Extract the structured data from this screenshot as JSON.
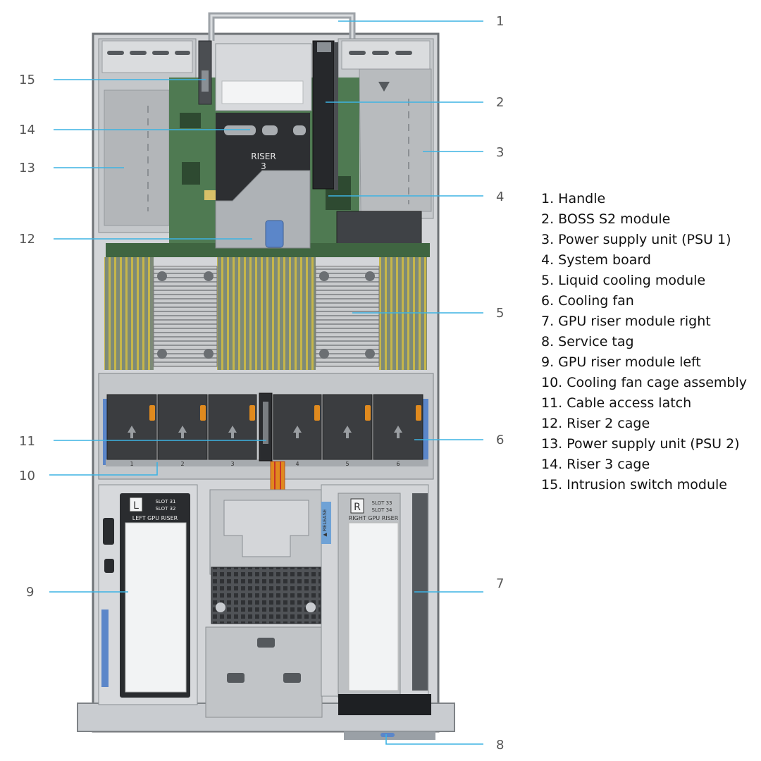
{
  "callouts": [
    {
      "num": "1",
      "label": "Handle"
    },
    {
      "num": "2",
      "label": "BOSS S2 module"
    },
    {
      "num": "3",
      "label": "Power supply unit (PSU 1)"
    },
    {
      "num": "4",
      "label": "System board"
    },
    {
      "num": "5",
      "label": "Liquid cooling module"
    },
    {
      "num": "6",
      "label": "Cooling fan"
    },
    {
      "num": "7",
      "label": "GPU riser module right"
    },
    {
      "num": "8",
      "label": "Service tag"
    },
    {
      "num": "9",
      "label": "GPU riser module left"
    },
    {
      "num": "10",
      "label": "Cooling fan cage assembly"
    },
    {
      "num": "11",
      "label": "Cable access latch"
    },
    {
      "num": "12",
      "label": "Riser 2 cage"
    },
    {
      "num": "13",
      "label": "Power supply unit (PSU 2)"
    },
    {
      "num": "14",
      "label": "Riser 3 cage"
    },
    {
      "num": "15",
      "label": "Intrusion switch module"
    }
  ],
  "legend": [
    "1. Handle",
    "2. BOSS S2 module",
    "3. Power supply unit (PSU 1)",
    "4. System board",
    "5. Liquid cooling module",
    "6. Cooling fan",
    "7. GPU riser module right",
    "8. Service tag",
    "9. GPU riser module left",
    "10. Cooling fan cage assembly",
    "11. Cable access latch",
    "12. Riser 2 cage",
    "13. Power supply unit (PSU 2)",
    "14. Riser 3 cage",
    "15. Intrusion switch module"
  ],
  "printed_labels": {
    "riser3": "RISER",
    "riser3_num": "3",
    "left_riser_letter": "L",
    "left_slots_1": "SLOT 31",
    "left_slots_2": "SLOT 32",
    "left_riser_title": "LEFT GPU RISER",
    "right_riser_letter": "R",
    "right_slots_1": "SLOT 33",
    "right_slots_2": "SLOT 34",
    "right_riser_title": "RIGHT GPU RISER",
    "release": "▲ RELEASE",
    "fan_numbers": [
      "1",
      "2",
      "3",
      "4",
      "5",
      "6"
    ]
  },
  "colors": {
    "leader": "#3db3e3",
    "chassis": "#bfc2c5",
    "board": "#4f7a52",
    "fan": "#3b3d40",
    "blue_trim": "#5b86c9",
    "orange_tab": "#e08a1e"
  }
}
